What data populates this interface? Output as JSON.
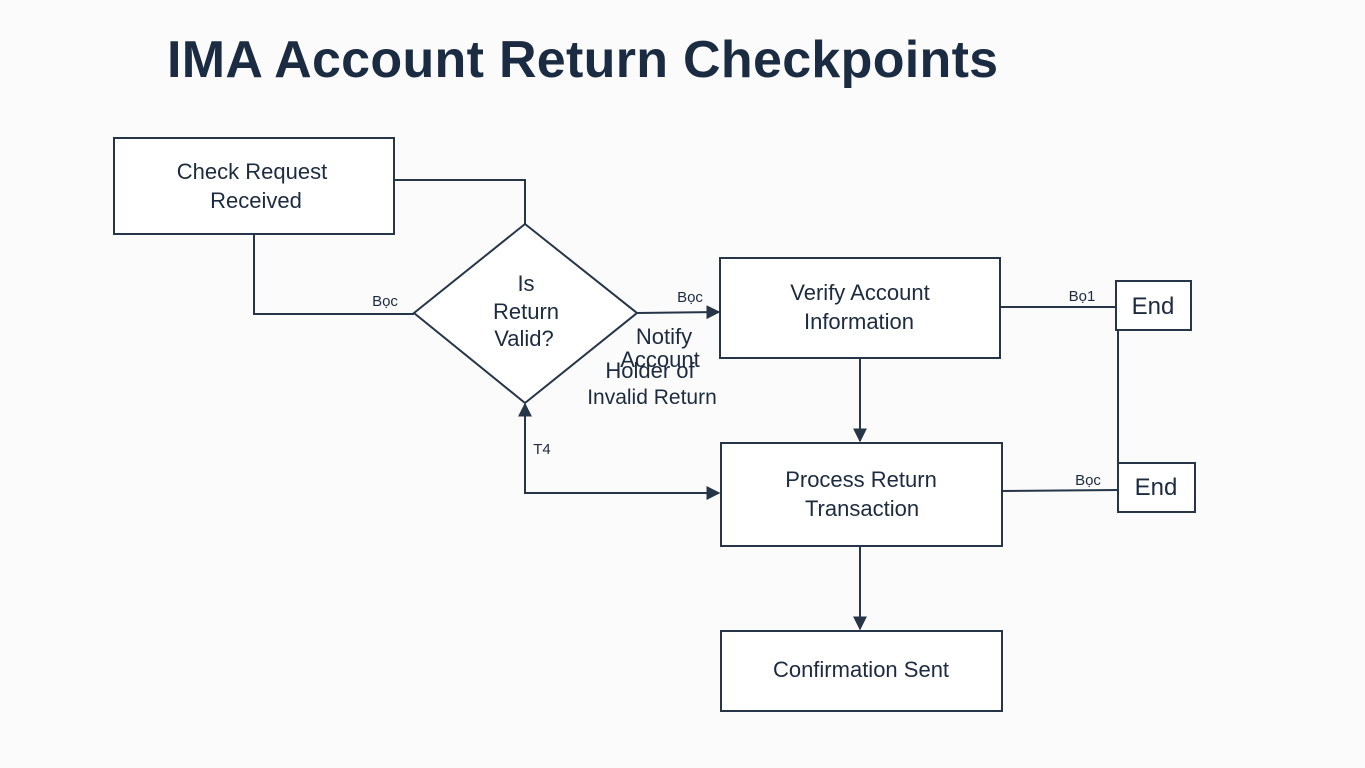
{
  "title": "IMA Account Return Checkpoints",
  "colors": {
    "ink": "#1c2b3f",
    "stroke": "#263648",
    "background": "#fbfbfb"
  },
  "nodes": {
    "check_request": [
      "Check Request",
      "Received"
    ],
    "is_return_valid": [
      "Is",
      "Return",
      "Valid?"
    ],
    "verify_account": [
      "Verify Account",
      "Information"
    ],
    "process_return": [
      "Process Return",
      "Transaction"
    ],
    "confirmation": [
      "Confirmation Sent"
    ],
    "end_top": [
      "End"
    ],
    "end_bottom": [
      "End"
    ],
    "notify_holder": [
      "Notify",
      "Account",
      "Holder of",
      "Invalid Return"
    ]
  },
  "edge_labels": {
    "left_into_decision": "Bọc",
    "decision_to_verify": "Bọc",
    "verify_to_end": "Bọ1",
    "process_to_end": "Bọc",
    "process_to_decision": "T4"
  }
}
